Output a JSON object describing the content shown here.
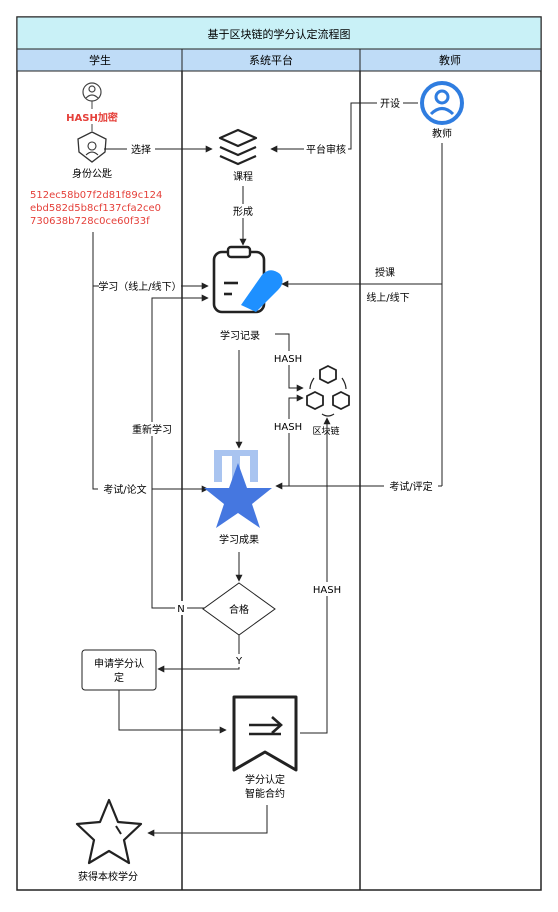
{
  "title": "基于区块链的学分认定流程图",
  "lanes": {
    "student": "学生",
    "platform": "系统平台",
    "teacher": "教师"
  },
  "student": {
    "hash_encrypt": "HASH加密",
    "identity_key_label": "身份公匙",
    "hash_lines": [
      "512ec58b07f2d81f89c124",
      "ebd582d5b8cf137cfa2ce0",
      "730638b728c0ce60f33f"
    ],
    "apply_box": [
      "申请学分认",
      "定"
    ],
    "final_label": "获得本校学分"
  },
  "platform": {
    "course_label": "课程",
    "study_record_label": "学习记录",
    "blockchain_label": "区块链",
    "study_result_label": "学习成果",
    "qualified_label": "合格",
    "contract_label": [
      "学分认定",
      "智能合约"
    ]
  },
  "teacher": {
    "label": "教师"
  },
  "edges": {
    "open_course": "开设",
    "select": "选择",
    "platform_review": "平台审核",
    "form": "形成",
    "study_online_offline": "学习（线上/线下）",
    "teach": "授课",
    "online_offline": "线上/线下",
    "hash1": "HASH",
    "hash2": "HASH",
    "hash3": "HASH",
    "relearn": "重新学习",
    "exam_paper": "考试/论文",
    "exam_eval": "考试/评定",
    "no": "N",
    "yes": "Y"
  },
  "colors": {
    "title_bg": "#c9f1f7",
    "lane_header_bg": "#bfdcf7",
    "hash_red": "#e5403a",
    "teacher_blue": "#2f7de0",
    "star_blue": "#4577e0",
    "star_light": "#a9c4f0",
    "pen_blue": "#1e90ff"
  }
}
